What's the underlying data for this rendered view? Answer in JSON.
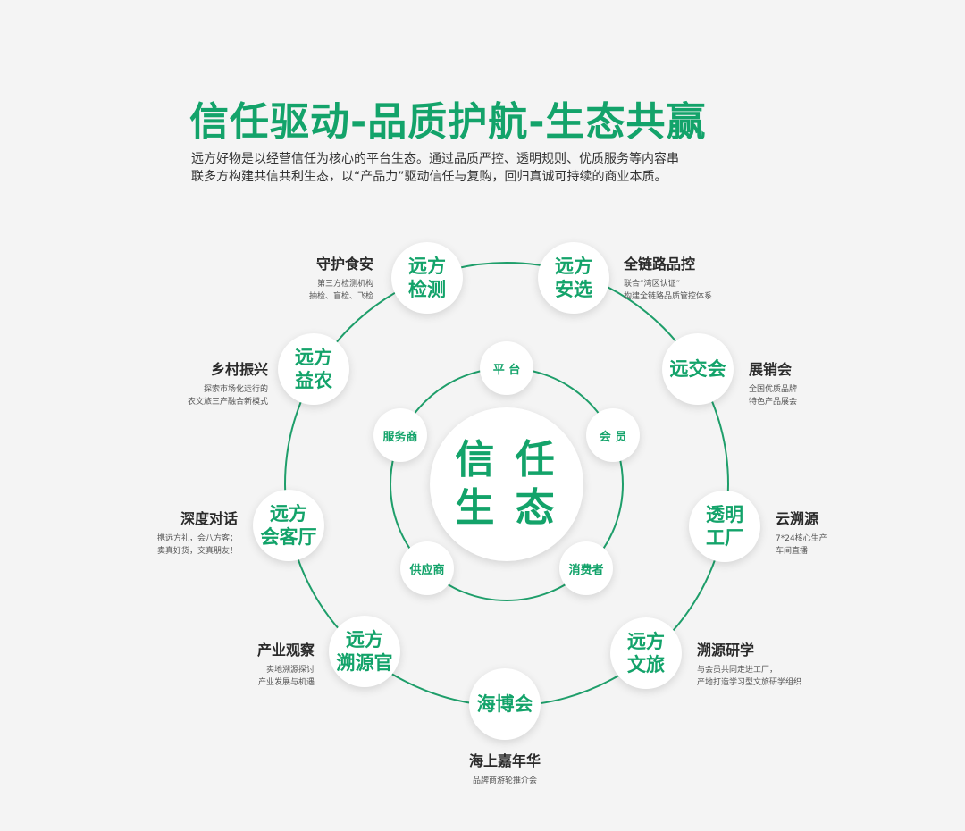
{
  "header": {
    "title": "信任驱动-品质护航-生态共赢",
    "intro_lines": [
      "远方好物是以经营信任为核心的平台生态。通过品质严控、透明规则、优质服务等内容串",
      "联多方构建共信共利生态，以“产品力”驱动信任与复购，回归真诚可持续的商业本质。"
    ]
  },
  "center": {
    "lines": [
      "信 任",
      "生 态"
    ]
  },
  "inner_nodes": [
    {
      "name": "inner-node-platform",
      "text": "平 台"
    },
    {
      "name": "inner-node-member",
      "text": "会 员"
    },
    {
      "name": "inner-node-consumer",
      "text": "消费者"
    },
    {
      "name": "inner-node-supplier",
      "text": "供应商"
    },
    {
      "name": "inner-node-service-provider",
      "text": "服务商"
    }
  ],
  "outer_nodes": [
    {
      "name": "node-yuanfang-jiance",
      "lines": [
        "远方",
        "检测"
      ],
      "label_title": "守护食安",
      "label_sub": [
        "第三方检测机构",
        "抽检、盲检、飞检"
      ]
    },
    {
      "name": "node-yuanfang-anxuan",
      "lines": [
        "远方",
        "安选"
      ],
      "label_title": "全链路品控",
      "label_sub": [
        "联合“湾区认证”",
        "构建全链路品质管控体系"
      ]
    },
    {
      "name": "node-yuanjiaohui",
      "lines": [
        "远交会"
      ],
      "label_title": "展销会",
      "label_sub": [
        "全国优质品牌",
        "特色产品展会"
      ]
    },
    {
      "name": "node-toumin-gongchang",
      "lines": [
        "透明",
        "工厂"
      ],
      "label_title": "云溯源",
      "label_sub": [
        "7*24核心生产",
        "车间直播"
      ]
    },
    {
      "name": "node-yuanfang-wenlv",
      "lines": [
        "远方",
        "文旅"
      ],
      "label_title": "溯源研学",
      "label_sub": [
        "与会员共同走进工厂，",
        "产地打造学习型文旅研学组织"
      ]
    },
    {
      "name": "node-haibohui",
      "lines": [
        "海博会"
      ],
      "label_title": "海上嘉年华",
      "label_sub": [
        "品牌商游轮推介会"
      ]
    },
    {
      "name": "node-yuanfang-suyuanguan",
      "lines": [
        "远方",
        "溯源官"
      ],
      "label_title": "产业观察",
      "label_sub": [
        "实地溯源探讨",
        "产业发展与机遇"
      ]
    },
    {
      "name": "node-yuanfang-huiketing",
      "lines": [
        "远方",
        "会客厅"
      ],
      "label_title": "深度对话",
      "label_sub": [
        "携远方礼，会八方客；",
        "卖真好货，交真朋友！"
      ]
    },
    {
      "name": "node-yuanfang-yinong",
      "lines": [
        "远方",
        "益农"
      ],
      "label_title": "乡村振兴",
      "label_sub": [
        "探索市场化运行的",
        "农文旅三产融合新模式"
      ]
    }
  ],
  "colors": {
    "accent": "#13a36a",
    "ring": "#1e9e6a",
    "text": "#2a2a2a",
    "background": "#f4f4f4"
  }
}
